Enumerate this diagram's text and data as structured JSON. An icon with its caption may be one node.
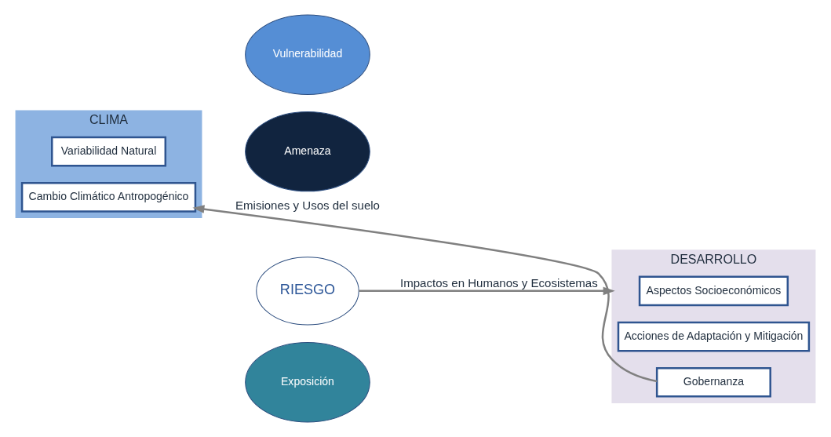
{
  "diagram": {
    "nodes": [
      {
        "text": [
          "CLIMA"
        ]
      },
      {
        "text": [
          "Variabilidad Natural"
        ],
        "in": 0
      },
      {
        "text": [
          "Cambio Climático Antropogénico"
        ],
        "in": 0
      },
      {
        "text": [
          "Amenaza"
        ]
      },
      {
        "text": [
          "Vulnerabilidad"
        ]
      },
      {
        "text": [
          "RIESGO"
        ]
      },
      {
        "text": [
          "Exposición"
        ]
      },
      {
        "text": [
          "DESARROLLO"
        ]
      },
      {
        "text": [
          "Aspectos Socioeconómicos"
        ],
        "in": 7
      },
      {
        "text": [
          "Acciones de Adaptación y Mitigación"
        ],
        "in": 7
      },
      {
        "text": [
          "Gobernanza"
        ],
        "in": 7
      }
    ],
    "edges": [
      {
        "from": 5,
        "to": 7,
        "arrow": "to",
        "label": "Impactos en Humanos y Ecosistemas"
      },
      {
        "from": 10,
        "to": 2,
        "arrow": "to",
        "label": "Emisiones y Usos del suelo"
      }
    ]
  }
}
